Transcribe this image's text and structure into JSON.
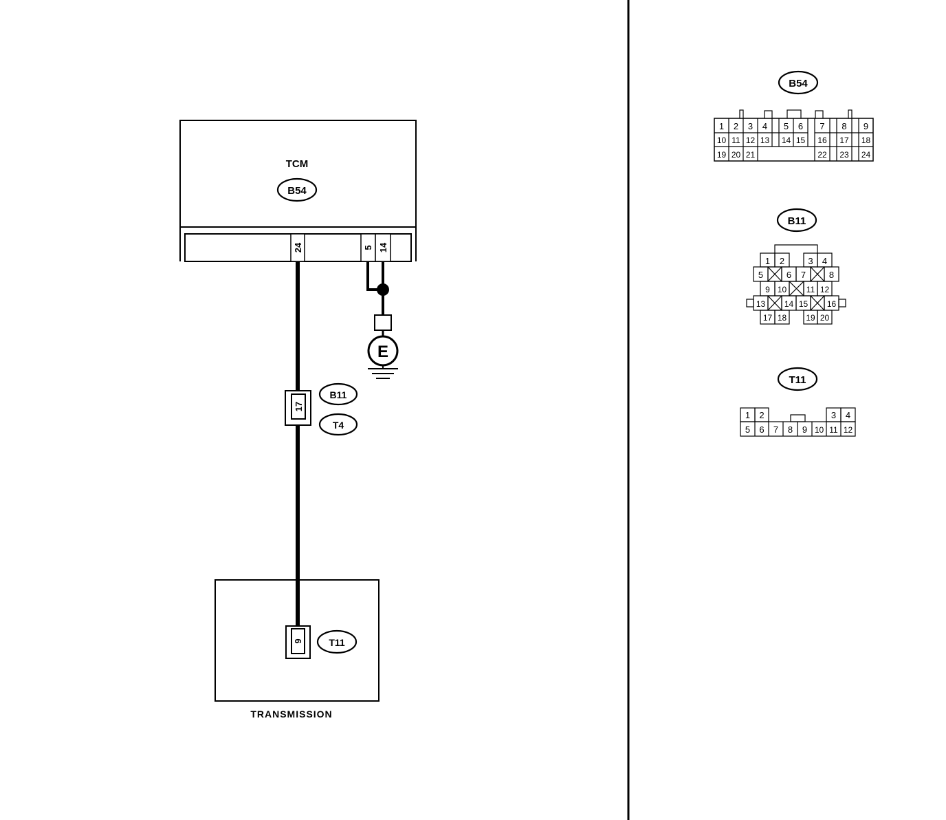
{
  "tcm": {
    "title": "TCM",
    "connector": "B54"
  },
  "tcm_pins": {
    "p24": "24",
    "p5": "5",
    "p14": "14"
  },
  "ground": {
    "label": "E"
  },
  "joint": {
    "pin": "17",
    "upper": "B11",
    "lower": "T4"
  },
  "transmission": {
    "title": "TRANSMISSION",
    "connector": "T11",
    "pin": "9"
  },
  "connector_views": {
    "b54": {
      "name": "B54",
      "row1": [
        "1",
        "2",
        "3",
        "4",
        "5",
        "6",
        "7",
        "8",
        "9"
      ],
      "row2": [
        "10",
        "11",
        "12",
        "13",
        "14",
        "15",
        "16",
        "17",
        "18"
      ],
      "row3": [
        "19",
        "20",
        "21",
        "22",
        "23",
        "24"
      ]
    },
    "b11": {
      "name": "B11",
      "row1": [
        "1",
        "2",
        "3",
        "4"
      ],
      "row2": [
        "5",
        "6",
        "7",
        "8"
      ],
      "row3": [
        "9",
        "10",
        "11",
        "12"
      ],
      "row4": [
        "13",
        "14",
        "15",
        "16"
      ],
      "row5": [
        "17",
        "18",
        "19",
        "20"
      ]
    },
    "t11": {
      "name": "T11",
      "row1": [
        "1",
        "2",
        "3",
        "4"
      ],
      "row2": [
        "5",
        "6",
        "7",
        "8",
        "9",
        "10",
        "11",
        "12"
      ]
    }
  }
}
